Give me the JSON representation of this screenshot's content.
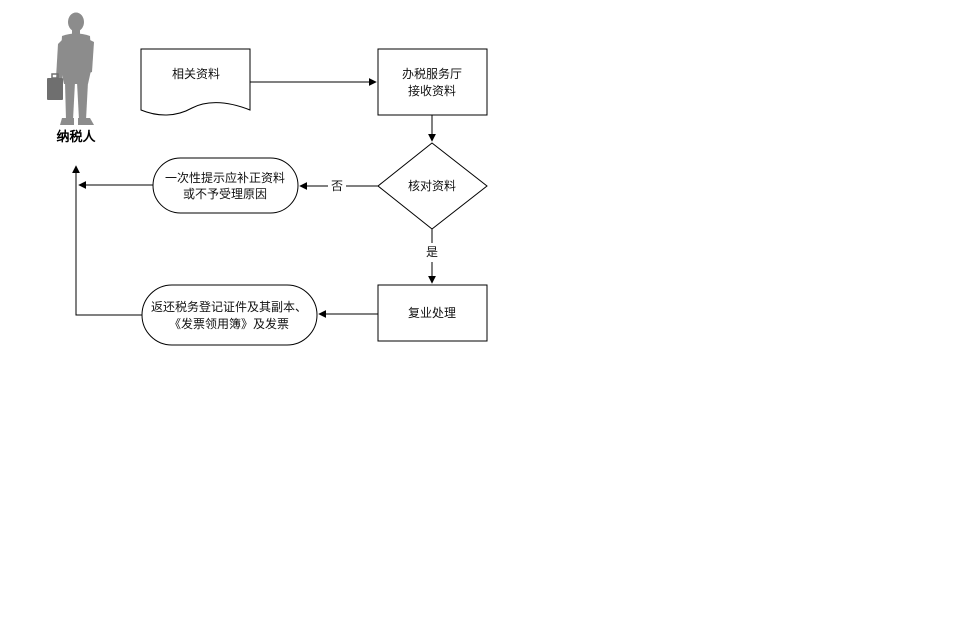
{
  "actor": {
    "label": "纳税人",
    "icon": "businessman-silhouette-icon"
  },
  "nodes": {
    "documents": {
      "lines": [
        "相关资料"
      ],
      "shape": "document"
    },
    "reception": {
      "lines": [
        "办税服务厅",
        "接收资料"
      ],
      "shape": "process"
    },
    "verify": {
      "lines": [
        "核对资料"
      ],
      "shape": "decision"
    },
    "notify": {
      "lines": [
        "一次性提示应补正资料",
        "或不予受理原因"
      ],
      "shape": "terminal"
    },
    "recheck": {
      "lines": [
        "复业处理"
      ],
      "shape": "process"
    },
    "return_docs": {
      "lines": [
        "返还税务登记证件及其副本、",
        "《发票领用簿》及发票"
      ],
      "shape": "terminal"
    }
  },
  "edges": {
    "no_label": "否",
    "yes_label": "是"
  },
  "colors": {
    "line": "#000000",
    "fill": "#ffffff",
    "figure": "#8c8c8c"
  }
}
